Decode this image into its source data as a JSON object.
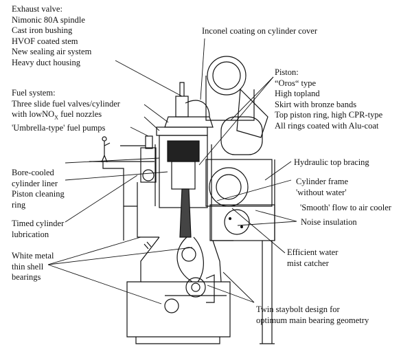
{
  "labels": {
    "exhaust_valve": [
      "Exhaust valve:",
      "Nimonic 80A spindle",
      "Cast iron bushing",
      "HVOF coated stem",
      "New sealing air system",
      "Heavy duct housing"
    ],
    "inconel": "Inconel coating on cylinder cover",
    "piston": [
      "Piston:",
      "“Oros“ type",
      "High topland",
      "Skirt with bronze bands",
      "Top piston ring, high CPR-type",
      "All rings coated with Alu-coat"
    ],
    "fuel_system": {
      "line1": "Fuel system:",
      "line2": "Three slide fuel valves/cylinder",
      "line3_pre": "with lowNO",
      "line3_sub": "X",
      "line3_post": " fuel nozzles",
      "line4": "'Umbrella-type' fuel pumps"
    },
    "bore_cooled": [
      "Bore-cooled",
      "cylinder liner",
      "Piston cleaning",
      "ring"
    ],
    "hydraulic": "Hydraulic top bracing",
    "cylinder_frame": [
      "Cylinder frame",
      "'without water'"
    ],
    "smooth_flow": "'Smooth' flow to air cooler",
    "timed_lubrication": [
      "Timed cylinder",
      "lubrication"
    ],
    "noise": "Noise insulation",
    "white_metal": [
      "White metal",
      "thin shell",
      "bearings"
    ],
    "water_mist": [
      "Efficient water",
      "mist catcher"
    ],
    "staybolt": [
      "Twin staybolt design for",
      "optimum main bearing geometry"
    ]
  }
}
